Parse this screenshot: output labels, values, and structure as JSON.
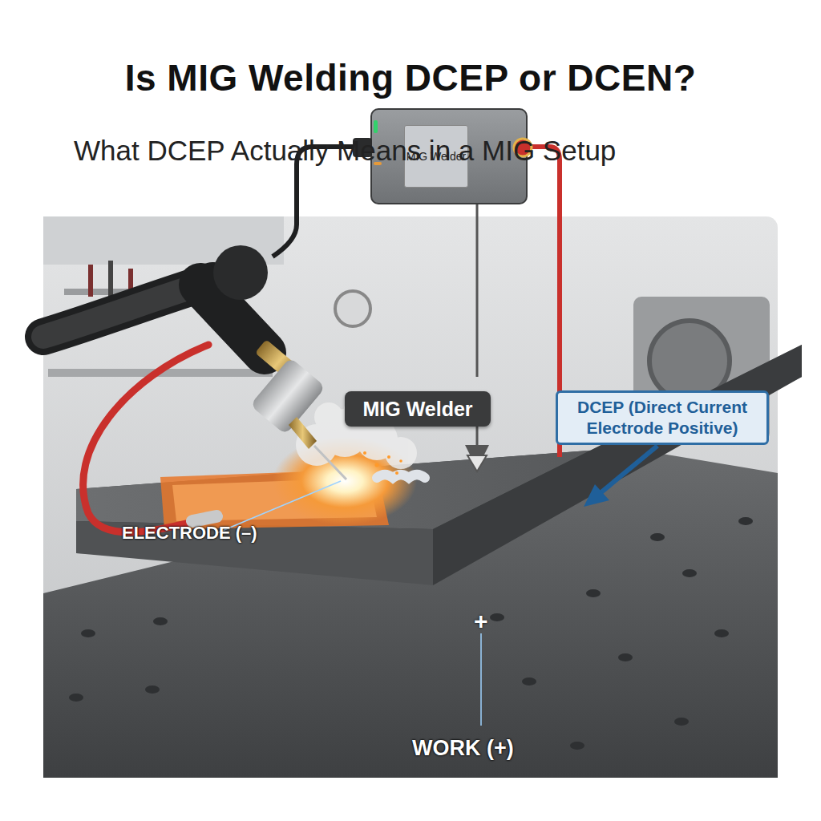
{
  "diagram": {
    "title": "Is MIG Welding DCEP or DCEN?",
    "nodes": [
      {
        "text": [
          "MIG Welder"
        ]
      },
      {
        "text": [
          "MIG Welder"
        ]
      },
      {
        "text": [
          "DCEP (Direct Current Electrode Positive)"
        ]
      }
    ],
    "labels": [
      "What DCEP Actually Means in a MIG Setup",
      "ELECTRODE (–)",
      "+",
      "WORK (+)"
    ]
  }
}
